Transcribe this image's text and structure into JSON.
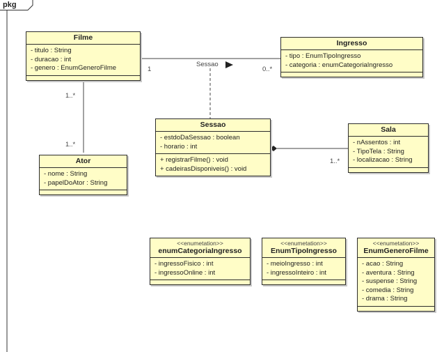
{
  "package": {
    "label": "pkg"
  },
  "classes": [
    {
      "key": "filme",
      "name": "Filme",
      "attributes": [
        "- titulo : String",
        "- duracao : int",
        "- genero : EnumGeneroFilme"
      ],
      "operations": []
    },
    {
      "key": "ingresso",
      "name": "Ingresso",
      "attributes": [
        "- tipo : EnumTipoIngresso",
        "- categoria : enumCategoriaIngresso"
      ],
      "operations": []
    },
    {
      "key": "sessao",
      "name": "Sessao",
      "attributes": [
        "- estdoDaSessao : boolean",
        "- horario : int"
      ],
      "operations": [
        "+ registrarFilme() : void",
        "+ cadeirasDisponiveis() : void"
      ]
    },
    {
      "key": "sala",
      "name": "Sala",
      "attributes": [
        "- nAssentos : int",
        "- TipoTela : String",
        "- localizacao : String"
      ],
      "operations": []
    },
    {
      "key": "ator",
      "name": "Ator",
      "attributes": [
        "- nome : String",
        "- papelDoAtor : String"
      ],
      "operations": []
    },
    {
      "key": "enumCategoria",
      "stereotype": "<<enumetation>>",
      "name": "enumCategoriaIngresso",
      "attributes": [
        "- ingressoFisico : int",
        "- ingressoOnline : int"
      ],
      "operations": []
    },
    {
      "key": "enumTipo",
      "stereotype": "<<enumetation>>",
      "name": "EnumTipoIngresso",
      "attributes": [
        "- meioIngresso : int",
        "- ingressoInteiro : int"
      ],
      "operations": []
    },
    {
      "key": "enumGenero",
      "stereotype": "<<enumetation>>",
      "name": "EnumGeneroFilme",
      "attributes": [
        "- acao : String",
        "- aventura : String",
        "- suspense : String",
        "- comedia : String",
        "- drama : String"
      ],
      "operations": []
    }
  ],
  "relationships": [
    {
      "key": "filme-ingresso",
      "label": "Sessao",
      "source_mult": "1",
      "target_mult": "0..*"
    },
    {
      "key": "filme-ator",
      "source_mult": "1..*",
      "target_mult": "1..*"
    },
    {
      "key": "sessao-sala",
      "type": "composition",
      "target_mult": "1..*"
    }
  ]
}
